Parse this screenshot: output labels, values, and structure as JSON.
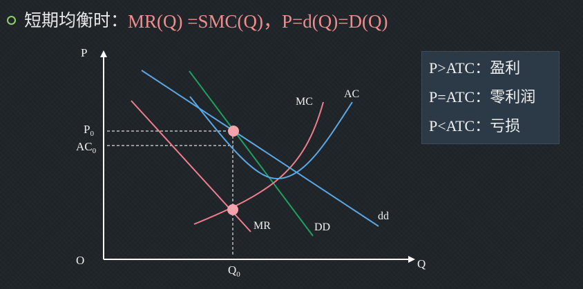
{
  "slide": {
    "title_lead": "短期均衡时：",
    "title_formula": "MR(Q) =SMC(Q)，P=d(Q)=D(Q)"
  },
  "info_box": {
    "lines": [
      "P>ATC：盈利",
      "P=ATC：零利润",
      "P<ATC：亏损"
    ]
  },
  "diagram": {
    "axis_labels": {
      "y": "P",
      "x": "Q",
      "origin": "O"
    },
    "tick_labels": {
      "price": {
        "base": "P",
        "sub": "0"
      },
      "avg_cost": {
        "base": "AC",
        "sub": "0"
      },
      "quantity": {
        "base": "Q",
        "sub": "0"
      }
    },
    "curve_labels": {
      "mc": "MC",
      "ac": "AC",
      "mr": "MR",
      "dd_big": "DD",
      "dd_small": "dd"
    },
    "colors": {
      "axis": "#ffffff",
      "mc": "#f07f8e",
      "mr": "#f07f8e",
      "ac": "#5aa8e6",
      "dd_small": "#5aa8e6",
      "dd_big": "#1fa060",
      "point": "#f4a3ad",
      "guide": "#e0e0e0",
      "title_formula": "#f08c8c",
      "bullet": "#8fcf6a"
    }
  }
}
